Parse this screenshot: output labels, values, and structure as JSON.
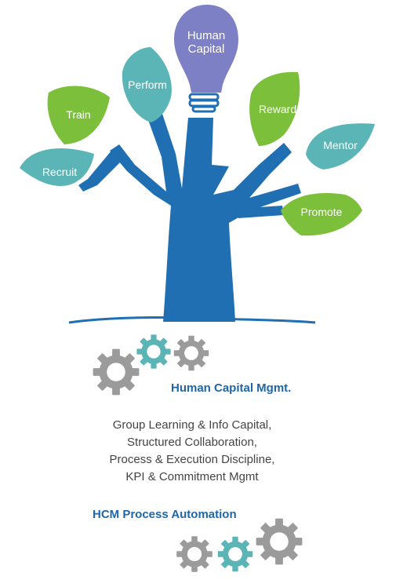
{
  "bulb": {
    "line1": "Human",
    "line2": "Capital"
  },
  "leaves": [
    {
      "label": "Recruit",
      "color": "#5bb4b5"
    },
    {
      "label": "Train",
      "color": "#7bbf3a"
    },
    {
      "label": "Perform",
      "color": "#5bb4b5"
    },
    {
      "label": "Reward",
      "color": "#7bbf3a"
    },
    {
      "label": "Mentor",
      "color": "#5bb4b5"
    },
    {
      "label": "Promote",
      "color": "#7bbf3a"
    }
  ],
  "headings": {
    "title": "Human Capital Mgmt.",
    "automation": "HCM Process Automation"
  },
  "description_lines": [
    "Group Learning & Info Capital,",
    "Structured Collaboration,",
    "Process & Execution Discipline,",
    "KPI & Commitment Mgmt"
  ],
  "colors": {
    "trunk": "#1f6fb2",
    "bulb": "#7d80c4",
    "heading": "#1f66a8",
    "gear_gray": "#9b9b9b",
    "gear_teal": "#5bb4b5"
  }
}
